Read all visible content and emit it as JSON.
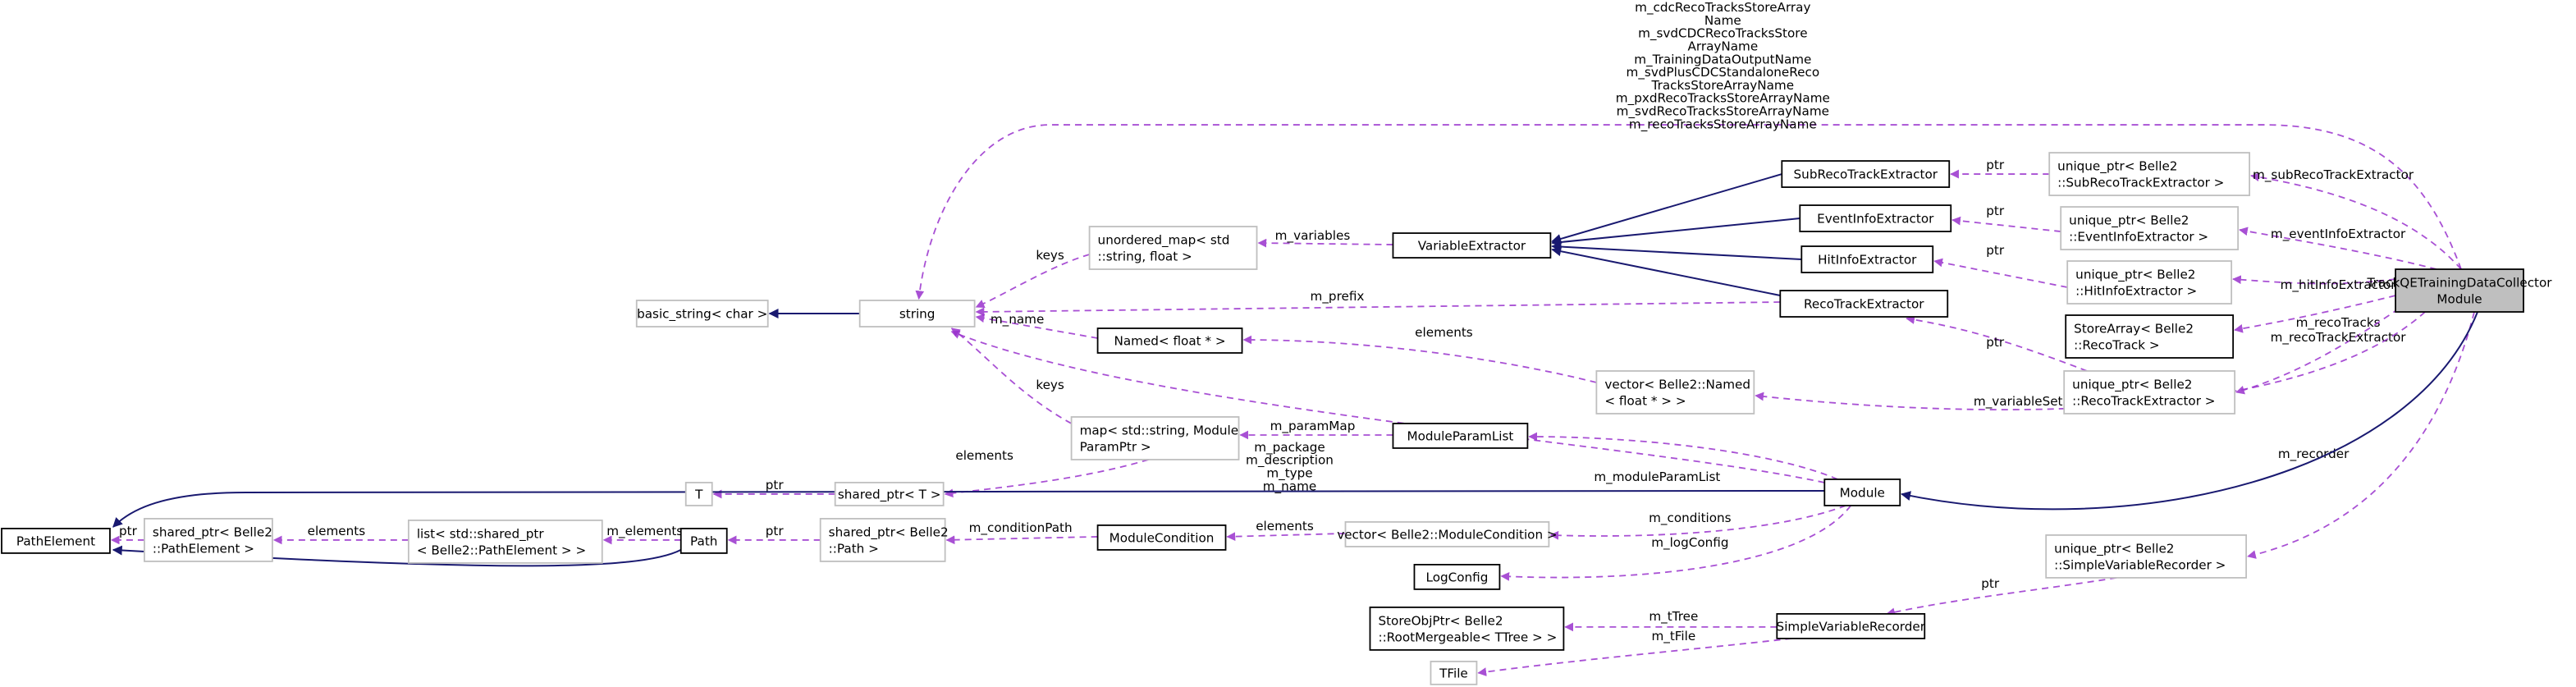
{
  "nodes": {
    "basic_string": {
      "lines": [
        "basic_string< char >"
      ],
      "kind": "ext"
    },
    "string": {
      "lines": [
        "string"
      ],
      "kind": "ext"
    },
    "unordered_map": {
      "lines": [
        "unordered_map< std",
        "::string, float >"
      ],
      "kind": "ext"
    },
    "variable_extractor": {
      "lines": [
        "VariableExtractor"
      ],
      "kind": "cls"
    },
    "sub_reco_track_extractor": {
      "lines": [
        "SubRecoTrackExtractor"
      ],
      "kind": "cls"
    },
    "event_info_extractor": {
      "lines": [
        "EventInfoExtractor"
      ],
      "kind": "cls"
    },
    "hit_info_extractor": {
      "lines": [
        "HitInfoExtractor"
      ],
      "kind": "cls"
    },
    "reco_track_extractor": {
      "lines": [
        "RecoTrackExtractor"
      ],
      "kind": "cls"
    },
    "up_sub": {
      "lines": [
        "unique_ptr< Belle2",
        "::SubRecoTrackExtractor >"
      ],
      "kind": "ext"
    },
    "up_event": {
      "lines": [
        "unique_ptr< Belle2",
        "::EventInfoExtractor >"
      ],
      "kind": "ext"
    },
    "up_hit": {
      "lines": [
        "unique_ptr< Belle2",
        "::HitInfoExtractor >"
      ],
      "kind": "ext"
    },
    "store_array": {
      "lines": [
        "StoreArray< Belle2",
        "::RecoTrack >"
      ],
      "kind": "cls"
    },
    "up_reco": {
      "lines": [
        "unique_ptr< Belle2",
        "::RecoTrackExtractor >"
      ],
      "kind": "ext"
    },
    "vec_named": {
      "lines": [
        "vector< Belle2::Named",
        "< float * > >"
      ],
      "kind": "ext"
    },
    "named": {
      "lines": [
        "Named< float * >"
      ],
      "kind": "cls"
    },
    "param_map": {
      "lines": [
        "map< std::string, Module",
        "ParamPtr >"
      ],
      "kind": "ext"
    },
    "module_param_list": {
      "lines": [
        "ModuleParamList"
      ],
      "kind": "cls"
    },
    "t": {
      "lines": [
        "T"
      ],
      "kind": "ext"
    },
    "shared_t": {
      "lines": [
        "shared_ptr< T >"
      ],
      "kind": "ext"
    },
    "module": {
      "lines": [
        "Module"
      ],
      "kind": "cls"
    },
    "path_element": {
      "lines": [
        "PathElement"
      ],
      "kind": "cls"
    },
    "sp_path_element": {
      "lines": [
        "shared_ptr< Belle2",
        "::PathElement >"
      ],
      "kind": "ext"
    },
    "list_path_element": {
      "lines": [
        "list< std::shared_ptr",
        "< Belle2::PathElement > >"
      ],
      "kind": "ext"
    },
    "path": {
      "lines": [
        "Path"
      ],
      "kind": "cls"
    },
    "sp_path": {
      "lines": [
        "shared_ptr< Belle2",
        "::Path >"
      ],
      "kind": "ext"
    },
    "module_condition": {
      "lines": [
        "ModuleCondition"
      ],
      "kind": "cls"
    },
    "vec_module_condition": {
      "lines": [
        "vector< Belle2::ModuleCondition >"
      ],
      "kind": "ext"
    },
    "log_config": {
      "lines": [
        "LogConfig"
      ],
      "kind": "cls"
    },
    "main": {
      "lines": [
        "TrackQETrainingDataCollector",
        "Module"
      ],
      "kind": "main"
    },
    "up_recorder": {
      "lines": [
        "unique_ptr< Belle2",
        "::SimpleVariableRecorder >"
      ],
      "kind": "ext"
    },
    "store_obj_ptr": {
      "lines": [
        "StoreObjPtr< Belle2",
        "::RootMergeable< TTree > >"
      ],
      "kind": "cls"
    },
    "simple_variable_recorder": {
      "lines": [
        "SimpleVariableRecorder"
      ],
      "kind": "cls"
    },
    "tfile": {
      "lines": [
        "TFile"
      ],
      "kind": "ext"
    }
  },
  "edges": {
    "main_to_string": {
      "labels": [
        "m_cdcRecoTracksStoreArray",
        "Name",
        "m_svdCDCRecoTracksStore",
        "ArrayName",
        "m_TrainingDataOutputName",
        "m_svdPlusCDCStandaloneReco",
        "TracksStoreArrayName",
        "m_pxdRecoTracksStoreArrayName",
        "m_svdRecoTracksStoreArrayName",
        "m_recoTracksStoreArrayName"
      ]
    },
    "umap_keys": {
      "labels": [
        "keys"
      ]
    },
    "m_variables": {
      "labels": [
        "m_variables"
      ]
    },
    "m_prefix": {
      "labels": [
        "m_prefix"
      ]
    },
    "m_name": {
      "labels": [
        "m_name"
      ]
    },
    "named_elements": {
      "labels": [
        "elements"
      ]
    },
    "map_keys": {
      "labels": [
        "keys"
      ]
    },
    "m_param_map": {
      "labels": [
        "m_paramMap"
      ]
    },
    "map_elements": {
      "labels": [
        "elements"
      ]
    },
    "t_ptr": {
      "labels": [
        "ptr"
      ]
    },
    "module_strings": {
      "labels": [
        "m_package",
        "m_description",
        "m_type",
        "m_name"
      ]
    },
    "m_module_param_list": {
      "labels": [
        "m_moduleParamList"
      ]
    },
    "pe_ptr": {
      "labels": [
        "ptr"
      ]
    },
    "list_elements": {
      "labels": [
        "elements"
      ]
    },
    "m_elements": {
      "labels": [
        "m_elements"
      ]
    },
    "path_ptr": {
      "labels": [
        "ptr"
      ]
    },
    "m_condition_path": {
      "labels": [
        "m_conditionPath"
      ]
    },
    "mc_elements": {
      "labels": [
        "elements"
      ]
    },
    "m_conditions": {
      "labels": [
        "m_conditions"
      ]
    },
    "m_log_config": {
      "labels": [
        "m_logConfig"
      ]
    },
    "m_sub_reco": {
      "labels": [
        "m_subRecoTrackExtractor"
      ]
    },
    "sub_ptr": {
      "labels": [
        "ptr"
      ]
    },
    "m_event_info": {
      "labels": [
        "m_eventInfoExtractor"
      ]
    },
    "event_ptr": {
      "labels": [
        "ptr"
      ]
    },
    "m_hit_info": {
      "labels": [
        "m_hitInfoExtractor"
      ]
    },
    "hit_ptr": {
      "labels": [
        "ptr"
      ]
    },
    "m_reco_tracks": {
      "labels": [
        "m_recoTracks"
      ]
    },
    "m_reco_track_extractor": {
      "labels": [
        "m_recoTrackExtractor"
      ]
    },
    "reco_ptr": {
      "labels": [
        "ptr"
      ]
    },
    "m_variable_set": {
      "labels": [
        "m_variableSet"
      ]
    },
    "m_recorder": {
      "labels": [
        "m_recorder"
      ]
    },
    "recorder_ptr": {
      "labels": [
        "ptr"
      ]
    },
    "m_t_tree": {
      "labels": [
        "m_tTree"
      ]
    },
    "m_t_file": {
      "labels": [
        "m_tFile"
      ]
    }
  },
  "colors": {
    "inheritance": "#191970",
    "usage": "#9a32cd",
    "main_fill": "#bfbfbf",
    "external_border": "#bfbfbf"
  }
}
